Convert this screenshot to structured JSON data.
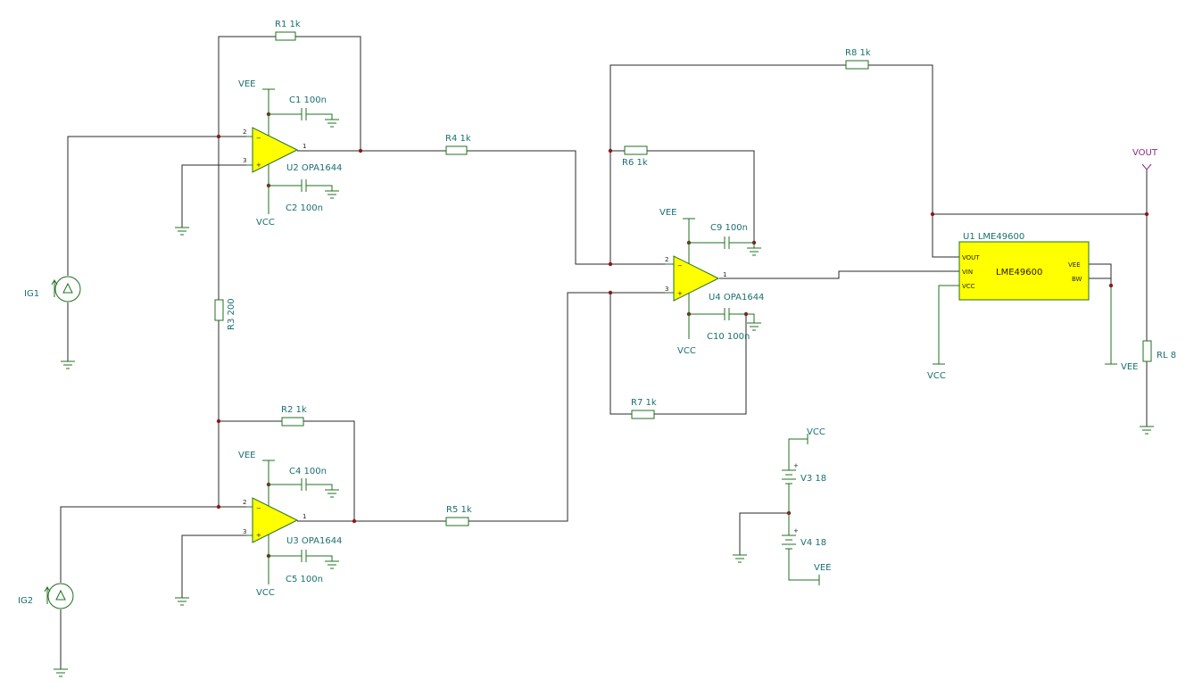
{
  "resistors": {
    "r1": "R1 1k",
    "r2": "R2 1k",
    "r3": "R3 200",
    "r4": "R4 1k",
    "r5": "R5 1k",
    "r6": "R6 1k",
    "r7": "R7 1k",
    "r8": "R8 1k",
    "rl": "RL 8"
  },
  "capacitors": {
    "c1": "C1 100n",
    "c2": "C2 100n",
    "c4": "C4 100n",
    "c5": "C5 100n",
    "c9": "C9 100n",
    "c10": "C10 100n"
  },
  "opamps": {
    "u2": "U2 OPA1644",
    "u3": "U3 OPA1644",
    "u4": "U4 OPA1644"
  },
  "sources": {
    "ig1": "IG1",
    "ig2": "IG2",
    "v3": "V3 18",
    "v4": "V4 18"
  },
  "chip": {
    "title": "U1 LME49600",
    "name": "LME49600",
    "pins": {
      "vout": "VOUT",
      "vin": "VIN",
      "vcc": "VCC",
      "vee": "VEE",
      "bw": "BW"
    }
  },
  "rails": {
    "vee": "VEE",
    "vcc": "VCC",
    "vout": "VOUT"
  },
  "pin_numbers": {
    "inv": "2",
    "noninv": "3",
    "out": "1"
  },
  "colors": {
    "wire": "#2a2a2a",
    "component": "#207020",
    "label": "#1b6f6f",
    "opamp_fill": "#ffff00",
    "output_label": "#8a2a8a"
  }
}
